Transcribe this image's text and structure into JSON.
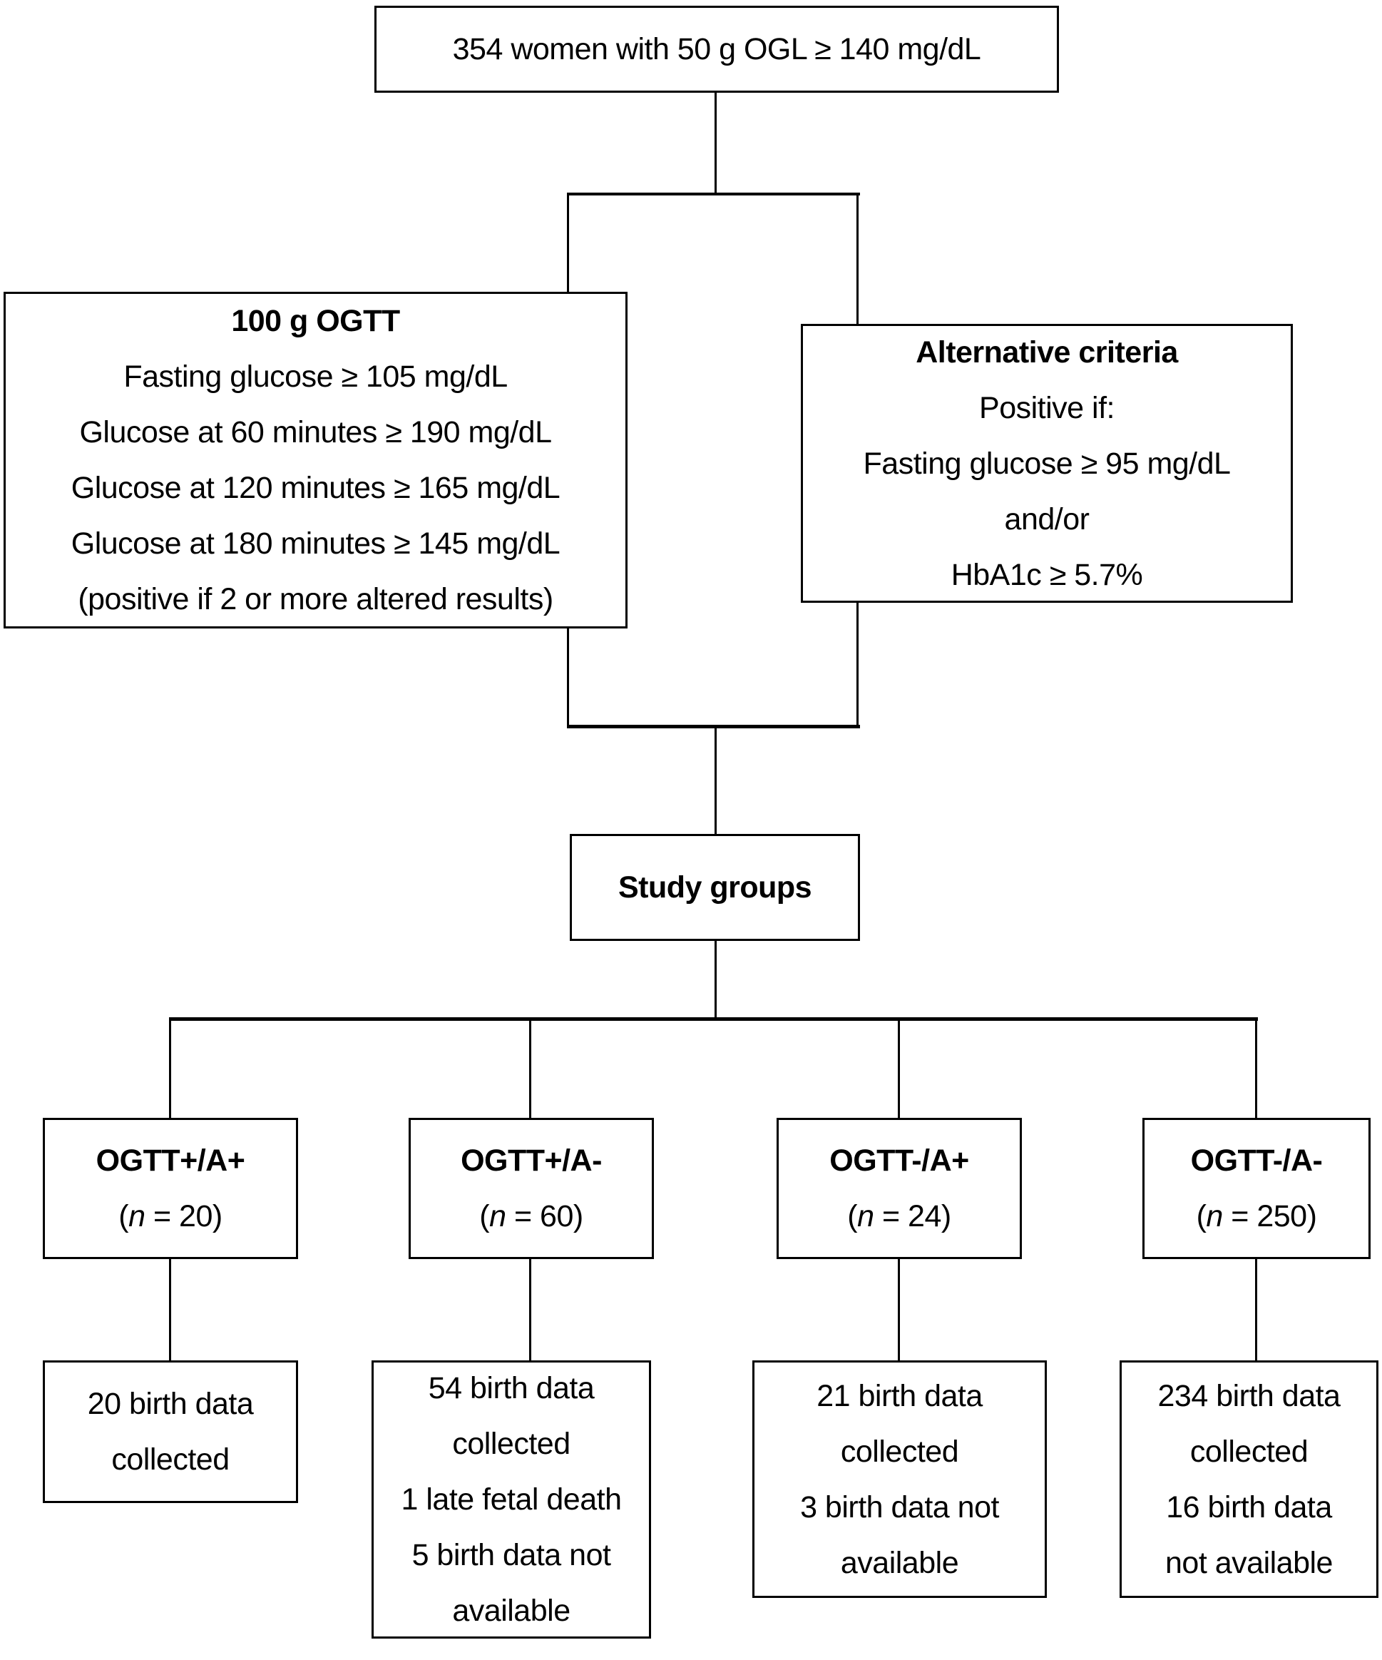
{
  "figure": {
    "background_color": "#ffffff",
    "line_color": "#000000",
    "text_color": "#000000",
    "population_box": {
      "text": "354 women with 50 g OGL ≥ 140 mg/dL"
    },
    "ogtt_box": {
      "title": "100 g OGTT",
      "lines": [
        "Fasting glucose ≥ 105 mg/dL",
        "Glucose at 60 minutes ≥ 190 mg/dL",
        "Glucose at 120 minutes ≥ 165 mg/dL",
        "Glucose at 180 minutes ≥ 145 mg/dL",
        "(positive if 2 or more altered results)"
      ]
    },
    "alternative_box": {
      "title": "Alternative criteria",
      "lines": [
        "Positive if:",
        "Fasting glucose ≥ 95 mg/dL",
        "and/or",
        "HbA1c ≥ 5.7%"
      ]
    },
    "study_box": {
      "text": "Study groups"
    },
    "groups": [
      {
        "label": "OGTT+/A+",
        "n_prefix": "(",
        "n_italic": "n",
        "n_suffix": " = 20)"
      },
      {
        "label": "OGTT+/A-",
        "n_prefix": "(",
        "n_italic": "n",
        "n_suffix": " = 60)"
      },
      {
        "label": "OGTT-/A+",
        "n_prefix": "(",
        "n_italic": "n",
        "n_suffix": " = 24)"
      },
      {
        "label": "OGTT-/A-",
        "n_prefix": "(",
        "n_italic": "n",
        "n_suffix": " = 250)"
      }
    ],
    "outcomes": [
      {
        "lines": [
          "20 birth data",
          "collected"
        ]
      },
      {
        "lines": [
          "54 birth data",
          "collected",
          "1 late fetal death",
          "5 birth data not",
          "available"
        ]
      },
      {
        "lines": [
          "21 birth data",
          "collected",
          "3 birth data not",
          "available"
        ]
      },
      {
        "lines": [
          "234 birth data",
          "collected",
          "16 birth data",
          "not available"
        ]
      }
    ]
  }
}
